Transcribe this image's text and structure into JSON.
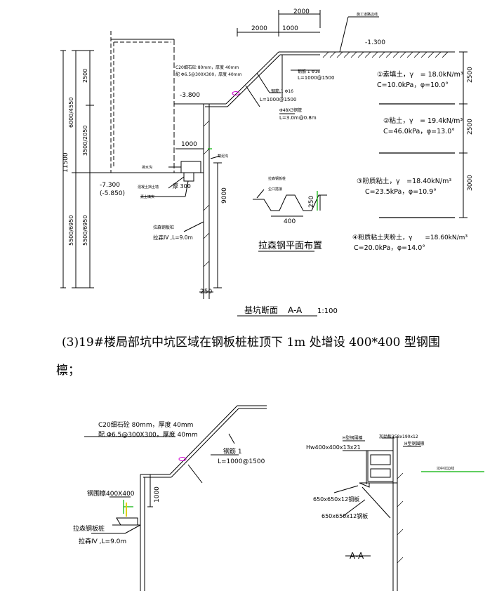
{
  "drawing1": {
    "dims_top": [
      "2000",
      "2000",
      "1000"
    ],
    "construction_road": "施工道路边线",
    "level_top": "-1.300",
    "layer1": {
      "name": "①素填土，γ　= 18.0kN/m³",
      "params": "C=10.0kPa，φ=10.0°",
      "thickness": "2500"
    },
    "layer2": {
      "name": "②粘土，γ　= 19.4kN/m³",
      "params": "C=46.0kPa，φ=13.0°",
      "thickness": "2500"
    },
    "layer3": {
      "name": "③粉质粘土，γ　=18.40kN/m³",
      "params": "C=23.5kPa，φ=10.9°",
      "thickness": "3000"
    },
    "layer4": {
      "name": "④粉质粘土夹粉土，γ　　=18.60kN/m³",
      "params": "C=20.0kPa，φ=14.0°"
    },
    "note_concrete": "C20细石砼  80mm，厚度  40mm",
    "note_mesh": "配 Φ6.5@300X300，厚度  40mm",
    "steel_rod_upper_name": "钢筋  1 Φ16",
    "steel_rod_upper_spacing": "L=1000@1500",
    "steel_rod_lower_name": "钢筋  1 Φ16",
    "steel_rod_lower_spacing": "L=1000@1500",
    "steel_pipe": "Φ48X3钢管",
    "steel_pipe_spacing": "L=3.0m@0.8m",
    "level_mid": "-3.800",
    "dim_1000": "1000",
    "drain_ditch": "排水沟",
    "sediment": "截泥沟",
    "level_bottom": "-7.300",
    "level_bottom2": "(-5.850)",
    "concrete_cap": "混凝土挡土墙",
    "cap_thickness": "厚 300",
    "backfill": "素土填实",
    "pile_name": "拉森钢板桩",
    "pile_length": "拉森IV  ,L=9.0m",
    "dim_9000": "9000",
    "dim_250_bottom": "250",
    "left_dims_outer": "11500",
    "left_dims_mid_a": "6000/4550",
    "left_dims_mid_b": "5500/6950",
    "left_dims_inner_a": "2500",
    "left_dims_inner_b": "3500/2050",
    "left_dims_inner_c": "5500/6950",
    "plan_label1": "拉森钢板桩",
    "plan_label2": "企口搭接",
    "plan_dim_250": "250",
    "plan_dim_400": "400",
    "plan_title": "拉森钢平面布置",
    "section_title": "基坑断面",
    "section_code": "A-A",
    "section_scale": "1:100"
  },
  "paragraph": {
    "line1": "(3)19#楼局部坑中坑区域在钢板桩桩顶下 1m 处增设 400*400 型钢围",
    "line2": "檩；"
  },
  "drawing2": {
    "note_concrete": "C20细石砼  80mm，厚度  40mm",
    "note_mesh": "配 Φ6.5@300X300，厚度  40mm",
    "steel_rod_name": "钢筋  1",
    "steel_rod_spacing": "L=1000@1500",
    "waler": "钢围檩400X400",
    "dim_1000": "1000",
    "pile_name": "拉森钢板桩",
    "pile_length": "拉森IV  ,L=9.0m",
    "h_steel_label": "H型钢围檩",
    "plate_label": "加劲板358x190x12",
    "hw_label": "Hw400x400x13x21",
    "h_steel_label2": "H型钢围檩",
    "pit_label": "坑中坑边线",
    "plate_650a": "650x650x12钢板",
    "plate_650b": "650x650x12钢板",
    "aa_label": "A-A"
  }
}
